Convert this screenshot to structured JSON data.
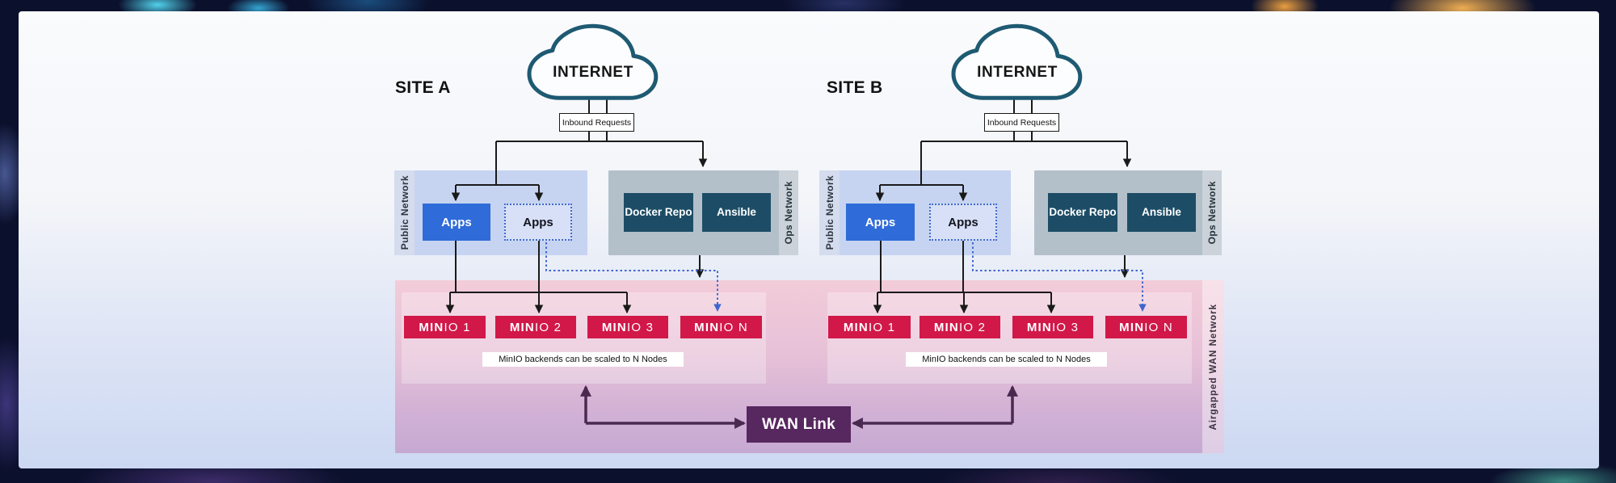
{
  "colors": {
    "cloud_stroke": "#1e5a72",
    "apps_blue": "#2f6bd9",
    "ops_teal": "#1d4d66",
    "minio_red": "#d11849",
    "wan_purple": "#57275f",
    "connector_purple": "#4a2951",
    "dotted_blue": "#4066cf",
    "public_box": "#c6d4f1",
    "ops_box": "#b3c0ca",
    "airgap_pink_top": "#f3ccd9",
    "airgap_mauve_bottom": "#c6a9d2"
  },
  "sites": [
    {
      "label": "SITE A",
      "internet": "INTERNET",
      "inbound": "Inbound Requests",
      "public_network": {
        "label": "Public Network",
        "apps": [
          "Apps",
          "Apps"
        ]
      },
      "ops_network": {
        "label": "Ops Network",
        "items": [
          "Docker Repo",
          "Ansible"
        ]
      },
      "minio_nodes": [
        {
          "b": "MIN",
          "r": "IO 1"
        },
        {
          "b": "MIN",
          "r": "IO 2"
        },
        {
          "b": "MIN",
          "r": "IO 3"
        },
        {
          "b": "MIN",
          "r": "IO N"
        }
      ],
      "scale_note": "MinIO backends can be scaled to N Nodes"
    },
    {
      "label": "SITE B",
      "internet": "INTERNET",
      "inbound": "Inbound Requests",
      "public_network": {
        "label": "Public Network",
        "apps": [
          "Apps",
          "Apps"
        ]
      },
      "ops_network": {
        "label": "Ops Network",
        "items": [
          "Docker Repo",
          "Ansible"
        ]
      },
      "minio_nodes": [
        {
          "b": "MIN",
          "r": "IO 1"
        },
        {
          "b": "MIN",
          "r": "IO 2"
        },
        {
          "b": "MIN",
          "r": "IO 3"
        },
        {
          "b": "MIN",
          "r": "IO N"
        }
      ],
      "scale_note": "MinIO backends can be scaled to N Nodes"
    }
  ],
  "wan": {
    "link_label": "WAN Link",
    "airgap_label": "Airgapped WAN Network"
  }
}
